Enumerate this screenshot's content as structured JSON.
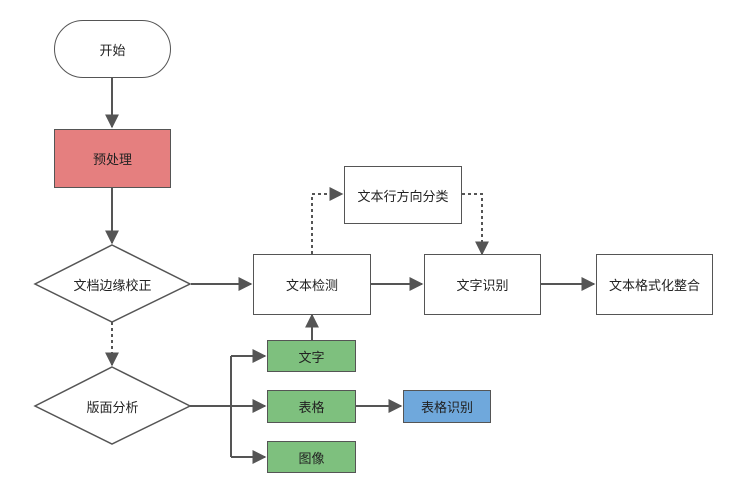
{
  "nodes": {
    "start": "开始",
    "preprocess": "预处理",
    "edge_correction": "文档边缘校正",
    "layout_analysis": "版面分析",
    "text_detection": "文本检测",
    "line_direction": "文本行方向分类",
    "char_recognition": "文字识别",
    "format_integration": "文本格式化整合",
    "text": "文字",
    "table": "表格",
    "image": "图像",
    "table_recognition": "表格识别"
  },
  "colors": {
    "preprocess_fill": "#e57f7f",
    "category_fill": "#7ec07e",
    "table_recognition_fill": "#6fa8dc",
    "stroke": "#555555"
  }
}
